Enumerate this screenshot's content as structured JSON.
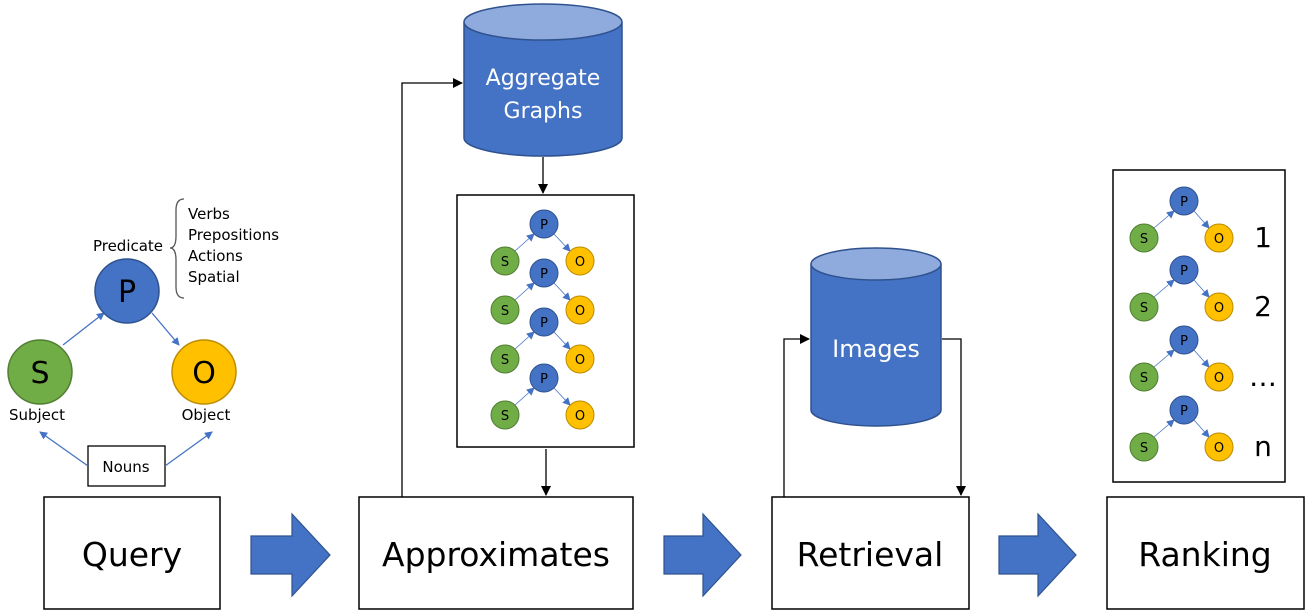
{
  "legend": {
    "predicate_label": "Predicate",
    "subject_label": "Subject",
    "object_label": "Object",
    "nouns_label": "Nouns",
    "s_letter": "S",
    "p_letter": "P",
    "o_letter": "O",
    "predicate_types": [
      "Verbs",
      "Prepositions",
      "Actions",
      "Spatial"
    ]
  },
  "databases": {
    "aggregate_line1": "Aggregate",
    "aggregate_line2": "Graphs",
    "images": "Images"
  },
  "stages": {
    "query": "Query",
    "approximates": "Approximates",
    "retrieval": "Retrieval",
    "ranking": "Ranking"
  },
  "triple": {
    "s": "S",
    "p": "P",
    "o": "O"
  },
  "ranks": [
    "1",
    "2",
    "…",
    "n"
  ],
  "colors": {
    "subject": "#70AD47",
    "predicate": "#4472C4",
    "object": "#FFC000",
    "db_body": "#4472C4",
    "db_top": "#8FAADC",
    "arrow_fill": "#4472C4",
    "connector": "#4472C4"
  }
}
